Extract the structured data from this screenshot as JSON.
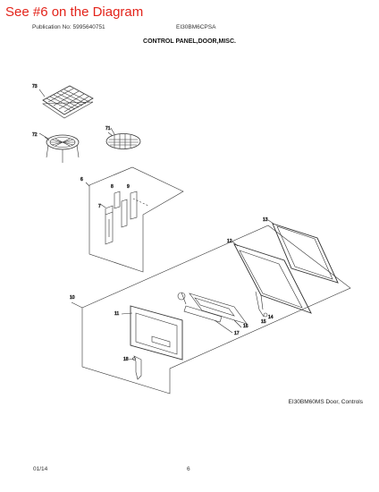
{
  "overlay_note": "See #6 on the Diagram",
  "header": {
    "publication": "Publication No: 5995640751",
    "model": "EI30BM6CPSA"
  },
  "section_title": "CONTROL PANEL,DOOR,MISC.",
  "callouts": {
    "c73": "73",
    "c72": "72",
    "c71": "71",
    "c6": "6",
    "c7": "7",
    "c8": "8",
    "c9": "9",
    "c13": "13",
    "c12": "12",
    "c10": "10",
    "c11": "11",
    "c14": "14",
    "c15": "15",
    "c16": "16",
    "c17": "17",
    "c18": "18"
  },
  "figure_caption": "EI30BM60MS Door, Controls",
  "footer": {
    "date": "01/14",
    "page": "6"
  },
  "colors": {
    "overlay_note": "#e3241b",
    "line_art": "#333333"
  }
}
